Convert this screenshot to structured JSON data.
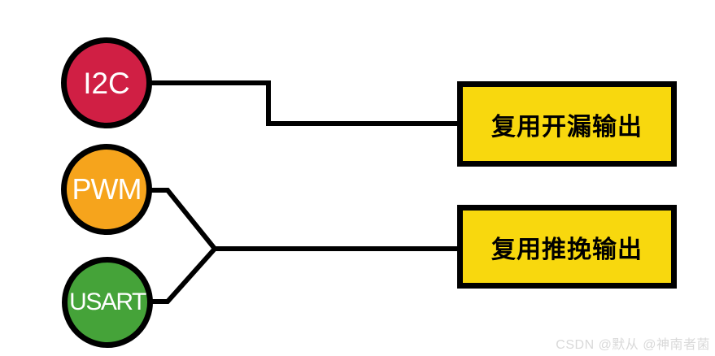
{
  "diagram": {
    "nodes": [
      {
        "id": "i2c",
        "label": "I2C",
        "color": "#d01f44"
      },
      {
        "id": "pwm",
        "label": "PWM",
        "color": "#f6a41c"
      },
      {
        "id": "usart",
        "label": "USART",
        "color": "#45a339"
      }
    ],
    "boxes": [
      {
        "id": "open-drain",
        "label": "复用开漏输出",
        "color": "#f8d80e"
      },
      {
        "id": "push-pull",
        "label": "复用推挽输出",
        "color": "#f8d80e"
      }
    ],
    "connections": [
      {
        "from": "I2C",
        "to": "复用开漏输出"
      },
      {
        "from": "PWM",
        "to": "复用推挽输出"
      },
      {
        "from": "USART",
        "to": "复用推挽输出"
      }
    ],
    "line_color": "#000000",
    "border_color": "#000000"
  },
  "watermark": {
    "text": "CSDN @默从 @神南者菌",
    "color": "#d9d9d9"
  }
}
